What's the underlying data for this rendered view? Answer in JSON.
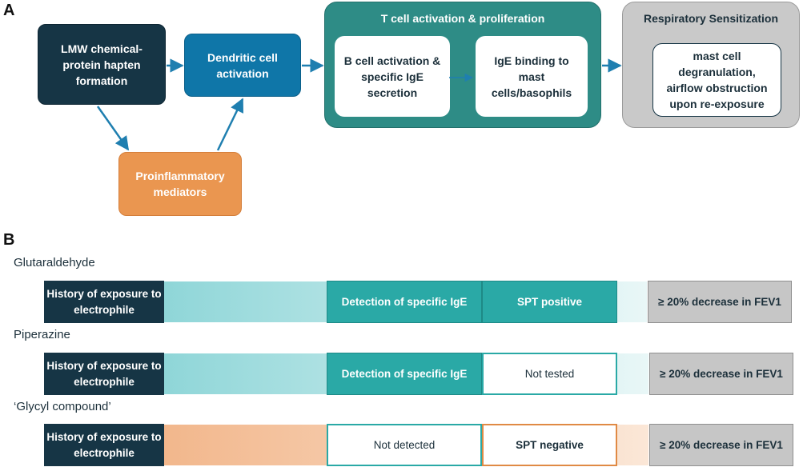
{
  "panel_a": {
    "label": "A",
    "hapten": "LMW chemical-protein hapten formation",
    "dendritic": "Dendritic cell activation",
    "proinflammatory": "Proinflammatory mediators",
    "tcell_group": {
      "title": "T cell activation & proliferation",
      "bcell": "B cell activation & specific IgE secretion",
      "ige_binding": "IgE binding to mast cells/basophils"
    },
    "resp_group": {
      "title": "Respiratory Sensitization",
      "mast": "mast cell degranulation, airflow obstruction upon re-exposure"
    }
  },
  "panel_b": {
    "label": "B",
    "rows": [
      {
        "name": "Glutaraldehyde",
        "history": "History of exposure to electrophile",
        "detection": "Detection of specific IgE",
        "spt": "SPT positive",
        "fev": "≥ 20% decrease in FEV1"
      },
      {
        "name": "Piperazine",
        "history": "History of exposure to electrophile",
        "detection": "Detection of specific IgE",
        "spt": "Not tested",
        "fev": "≥ 20% decrease in FEV1"
      },
      {
        "name": "‘Glycyl compound’",
        "history": "History of exposure to electrophile",
        "detection": "Not detected",
        "spt": "SPT negative",
        "fev": "≥ 20% decrease in FEV1"
      }
    ]
  },
  "colors": {
    "navy": "#163545",
    "blue": "#0f76a8",
    "orange": "#ea9650",
    "teal_group": "#2e8c86",
    "teal_box": "#2aa9a6",
    "gray": "#c6c6c6",
    "arrow": "#1f7fb0"
  }
}
